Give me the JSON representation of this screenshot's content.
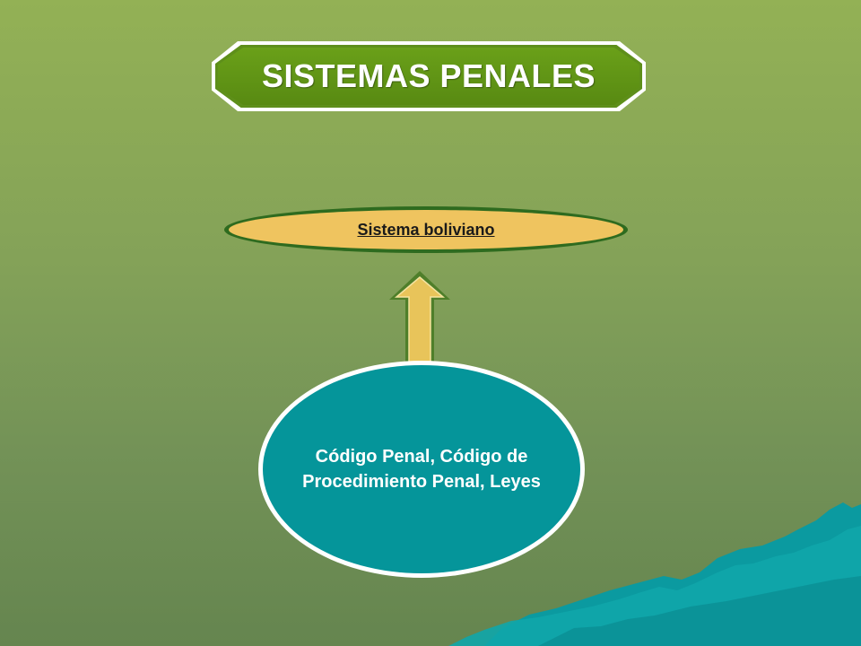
{
  "title": "SISTEMAS PENALES",
  "nodes": {
    "top": {
      "label": "Sistema boliviano"
    },
    "bottom": {
      "label": "Código Penal, Código de Procedimiento Penal, Leyes"
    }
  },
  "edges": [
    {
      "from": "bottom",
      "to": "top",
      "style": "block-arrow"
    }
  ],
  "colors": {
    "background_top": "#93b155",
    "background_bottom": "#65854f",
    "title_fill": "#5e8f1a",
    "pill_fill": "#efc45f",
    "pill_border": "#2e6b1f",
    "ellipse_fill": "#05959a",
    "arrow_fill": "#e8c45a",
    "arrow_border": "#4f7f2a",
    "mountains": "#0e9aa0"
  }
}
